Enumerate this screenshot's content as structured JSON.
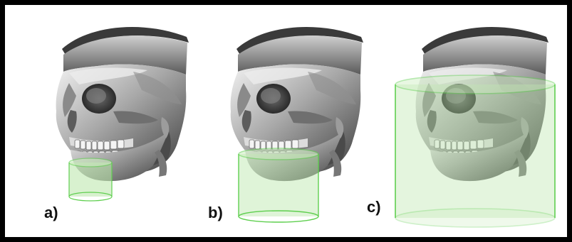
{
  "figure": {
    "panels": [
      {
        "label": "a)",
        "volume": "small-fov-cylinder-anterior-jaw"
      },
      {
        "label": "b)",
        "volume": "medium-fov-cylinder-mandible"
      },
      {
        "label": "c)",
        "volume": "large-fov-cylinder-full-skull"
      }
    ],
    "colors": {
      "bone_light": "#d9d9d9",
      "bone_mid": "#9a9a9a",
      "bone_dark": "#4a4a4a",
      "fov_fill": "#b8e6a8",
      "fov_edge": "#5fcf4f",
      "border": "#000000"
    }
  }
}
